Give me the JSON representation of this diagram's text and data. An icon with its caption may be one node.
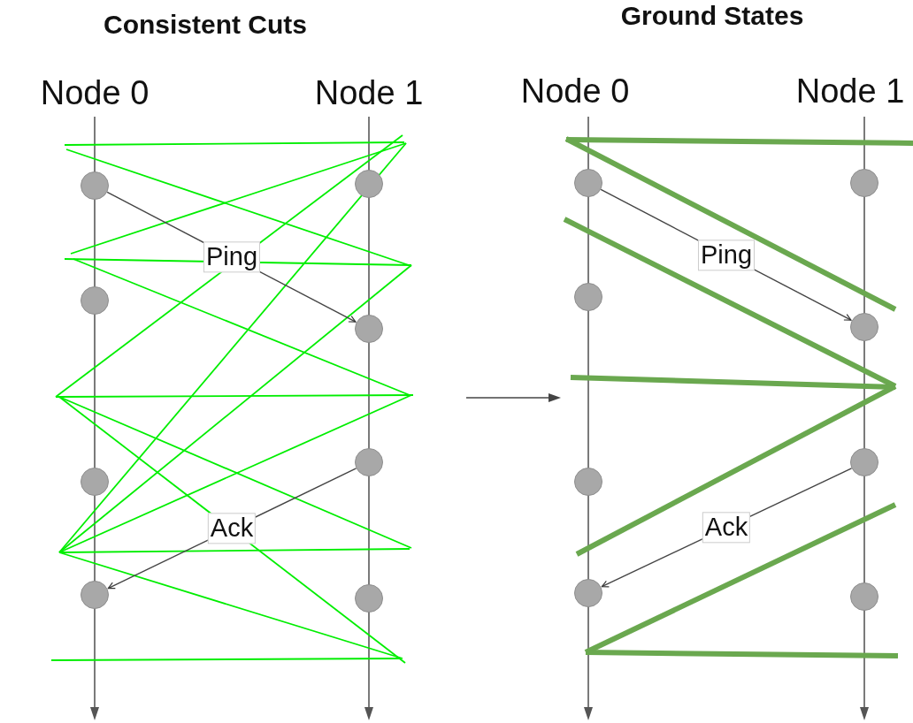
{
  "diagram": {
    "nodes": [
      {
        "text": [],
        "shape": "circle"
      },
      {
        "text": [],
        "shape": "circle"
      },
      {
        "text": [],
        "shape": "circle"
      },
      {
        "text": [],
        "shape": "circle"
      },
      {
        "text": [],
        "shape": "circle"
      },
      {
        "text": [],
        "shape": "circle"
      },
      {
        "text": [],
        "shape": "circle"
      },
      {
        "text": [],
        "shape": "circle"
      },
      {
        "text": [],
        "shape": "circle"
      },
      {
        "text": [],
        "shape": "circle"
      },
      {
        "text": [],
        "shape": "circle"
      },
      {
        "text": [],
        "shape": "circle"
      },
      {
        "text": [],
        "shape": "circle"
      },
      {
        "text": [],
        "shape": "circle"
      },
      {
        "text": [],
        "shape": "circle"
      },
      {
        "text": [],
        "shape": "circle"
      }
    ],
    "edges": [
      {
        "from": 0,
        "to": 5,
        "arrow": "to",
        "label": "Ping"
      },
      {
        "from": 6,
        "to": 3,
        "arrow": "to",
        "label": "Ack"
      },
      {
        "from": 8,
        "to": 13,
        "arrow": "to",
        "label": "Ping"
      },
      {
        "from": 14,
        "to": 11,
        "arrow": "to",
        "label": "Ack"
      }
    ],
    "labels": [
      "Consistent Cuts",
      "Ground States",
      "Node 0",
      "Node 1",
      "Node 0",
      "Node 1"
    ]
  }
}
